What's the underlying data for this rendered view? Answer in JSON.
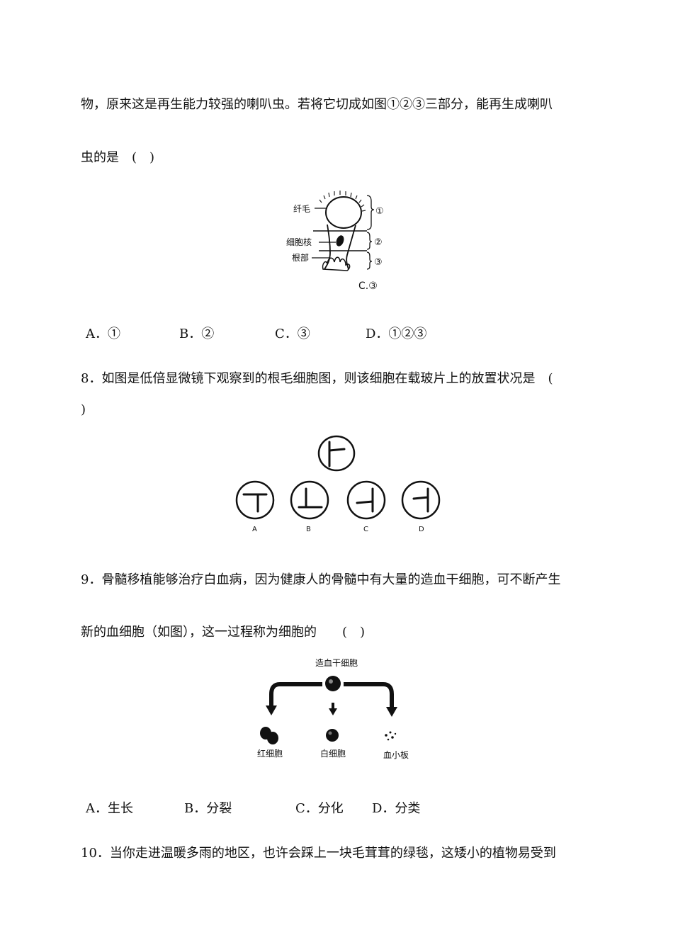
{
  "q7": {
    "line1": "物，原来这是再生能力较强的喇叭虫。若将它切成如图①②③三部分，能再生成喇叭",
    "line2": "虫的是　(　)",
    "figure": {
      "label_cilia": "纤毛",
      "label_nucleus": "细胞核",
      "label_root": "根部",
      "mark1": "①",
      "mark2": "②",
      "mark3": "③",
      "caption": "C.③"
    },
    "options": [
      "A．①",
      "B．②",
      "C．③",
      "D．①②③"
    ]
  },
  "q8": {
    "line1": "8．如图是低倍显微镜下观察到的根毛细胞图，则该细胞在载玻片上的放置状况是　(",
    "line2": ")",
    "figure": {
      "labels": [
        "A",
        "B",
        "C",
        "D"
      ]
    }
  },
  "q9": {
    "line1": "9．骨髓移植能够治疗白血病，因为健康人的骨髓中有大量的造血干细胞，可不断产生",
    "line2": "新的血细胞（如图），这一过程称为细胞的　　(　)",
    "figure": {
      "top_label": "造血干细胞",
      "labels": [
        "红细胞",
        "白细胞",
        "血小板"
      ]
    },
    "options": [
      "A．生长",
      "B．分裂",
      "C．分化",
      "D．分类"
    ]
  },
  "q10": {
    "line1": "10．当你走进温暖多雨的地区，也许会踩上一块毛茸茸的绿毯，这矮小的植物易受到"
  }
}
